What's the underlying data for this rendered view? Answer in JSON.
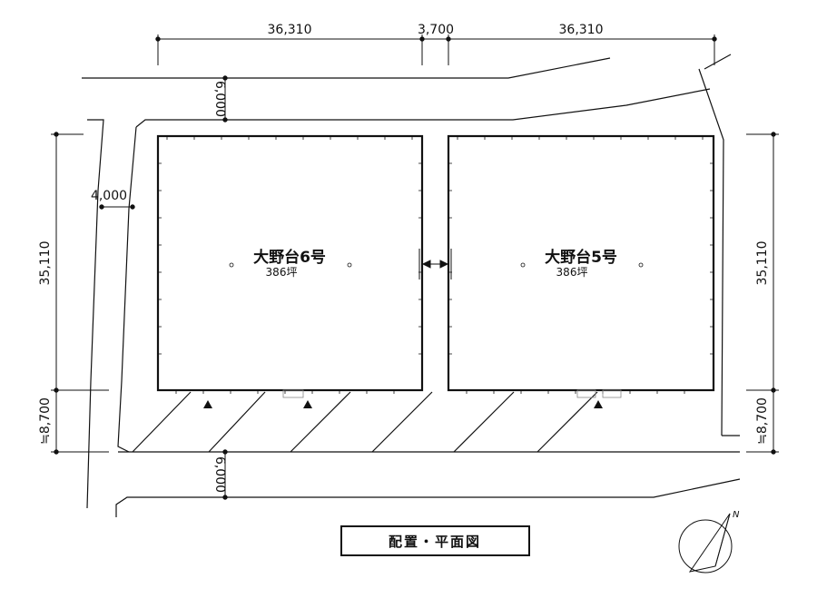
{
  "dimensions": {
    "top": [
      "36,310",
      "3,700",
      "36,310"
    ],
    "road_north_width": "6,000",
    "road_west_width": "4,000",
    "left_depth": "35,110",
    "right_depth": "35,110",
    "left_front": "≒8,700",
    "right_front": "≒8,700",
    "road_south_width": "6,000"
  },
  "lots": [
    {
      "name": "大野台6号",
      "area": "386坪"
    },
    {
      "name": "大野台5号",
      "area": "386坪"
    }
  ],
  "title": "配置・平面図",
  "north": {
    "label": "N"
  },
  "colors": {
    "line": "#111111",
    "background": "#ffffff"
  }
}
